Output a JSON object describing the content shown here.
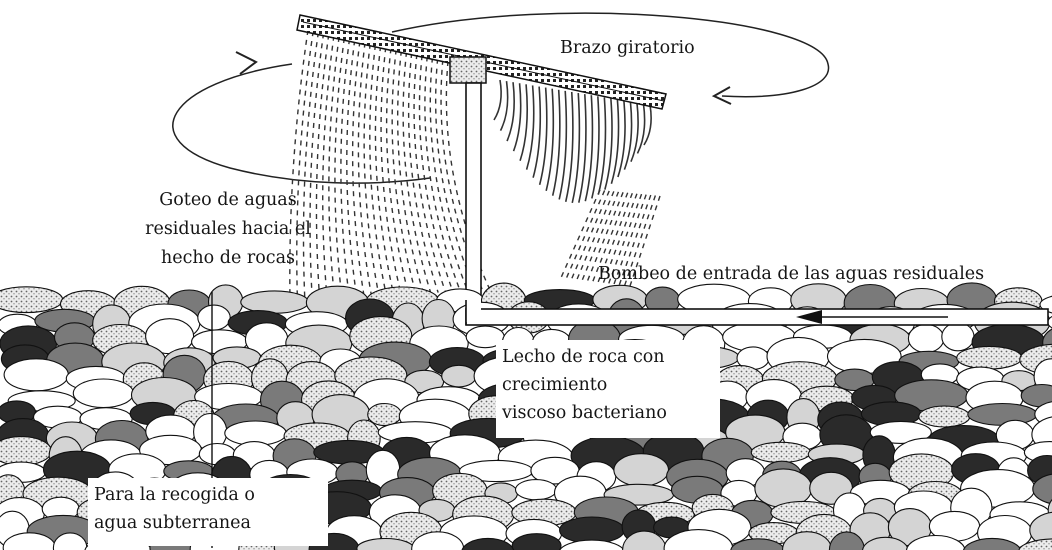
{
  "labels": {
    "rotating_arm": "Brazo giratorio",
    "drip": [
      "Goteo de aguas",
      "residuales hacia el",
      "hecho de rocas"
    ],
    "pump_inlet": "Bombeo de entrada de las aguas residuales",
    "rock_bed": [
      "Lecho de roca con",
      "crecimiento",
      "viscoso bacteriano"
    ],
    "collection": [
      "Para la recogida o",
      "agua subterranea"
    ]
  },
  "colors": {
    "ink": "#151515",
    "rock_dark": "#2a2a2a",
    "rock_mid": "#7a7a7a",
    "rock_light": "#d4d4d4",
    "rock_white": "#ffffff"
  }
}
